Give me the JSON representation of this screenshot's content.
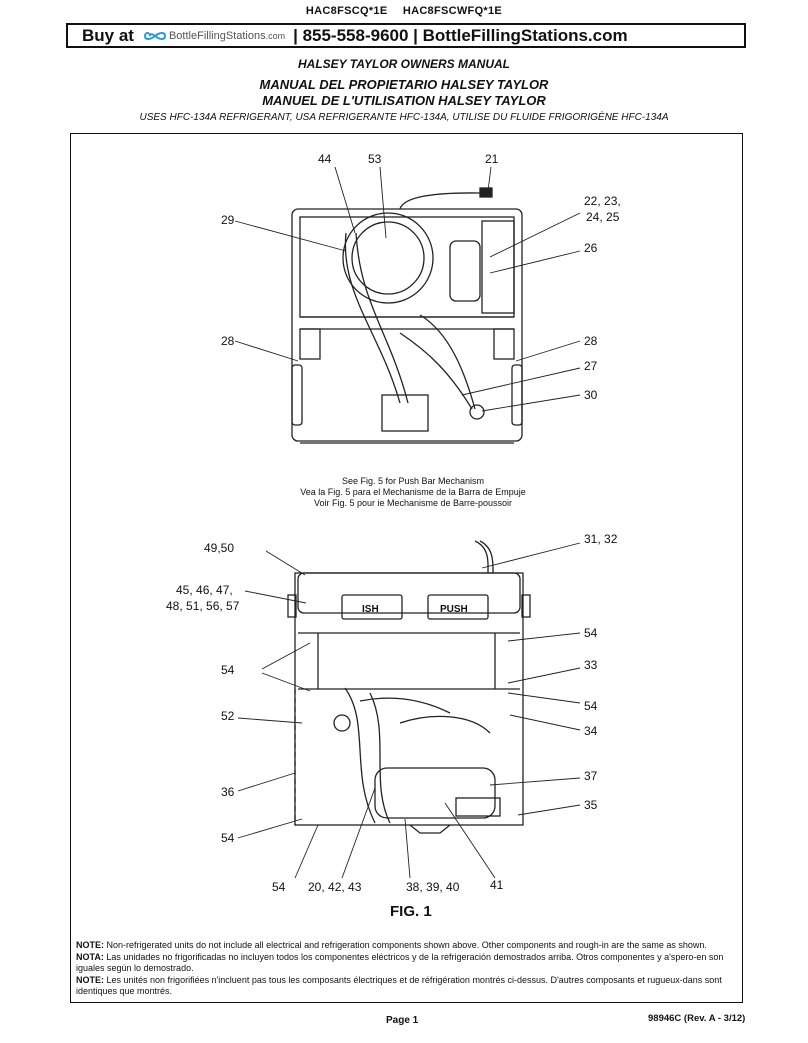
{
  "header": {
    "models": [
      "HAC8FSCQ*1E",
      "HAC8FSCWFQ*1E"
    ],
    "banner": {
      "buy_at": "Buy at",
      "logo_text": "BottleFillingStations",
      "logo_suffix": ".com",
      "contact": "| 855-558-9600 | BottleFillingStations.com"
    },
    "owners_manual": "HALSEY TAYLOR OWNERS MANUAL",
    "manual_es": "MANUAL DEL PROPIETARIO HALSEY TAYLOR",
    "manual_fr": "MANUEL DE L'UTILISATION HALSEY TAYLOR",
    "refrigerant": "USES HFC-134A REFRIGERANT,  USA REFRIGERANTE HFC-134A,  UTILISE DU FLUIDE FRIGORIGÈNE HFC-134A"
  },
  "figure": {
    "callouts_top": {
      "c44": "44",
      "c53": "53",
      "c21": "21",
      "c22": "22, 23,",
      "c24": "24, 25",
      "c26": "26",
      "c29": "29",
      "c28l": "28",
      "c28r": "28",
      "c27": "27",
      "c30": "30"
    },
    "push_bar_note": [
      "See Fig. 5 for Push Bar Mechanism",
      "Vea la Fig. 5 para el Mechanisme de la Barra de Empuje",
      "Voir Fig. 5 pour ie Mechanisme de Barre-poussoir"
    ],
    "callouts_bottom": {
      "c49": "49,50",
      "c45": "45, 46, 47,",
      "c48": "48, 51, 56, 57",
      "c31": "31, 32",
      "c54a": "54",
      "c54b": "54",
      "c33": "33",
      "c54c": "54",
      "c52": "52",
      "c34": "34",
      "c37": "37",
      "c36": "36",
      "c35": "35",
      "c54d": "54",
      "c54e": "54",
      "c20": "20, 42, 43",
      "c38": "38, 39, 40",
      "c41": "41"
    },
    "panel_labels": {
      "push_left": "ISH",
      "push_right": "PUSH"
    },
    "fig_title": "FIG. 1"
  },
  "notes": [
    {
      "label": "NOTE:",
      "text": "Non-refrigerated units do not include all electrical and refrigeration components shown above. Other components and rough-in are the same as shown."
    },
    {
      "label": "NOTA:",
      "text": "Las unidades no frigorificadas no incluyen todos los componentes eléctricos y de la refrigeración demostrados arriba. Otros componentes y a'spero-en son iguales según lo demostrado."
    },
    {
      "label": "NOTE:",
      "text": "Les unités non frigorifiées n'incluent pas tous les composants électriques et de réfrigération montrés ci-dessus. D'autres composants et rugueux-dans sont identiques que montrés."
    }
  ],
  "footer": {
    "page": "Page 1",
    "doc_number": "98946C (Rev. A - 3/12)"
  }
}
